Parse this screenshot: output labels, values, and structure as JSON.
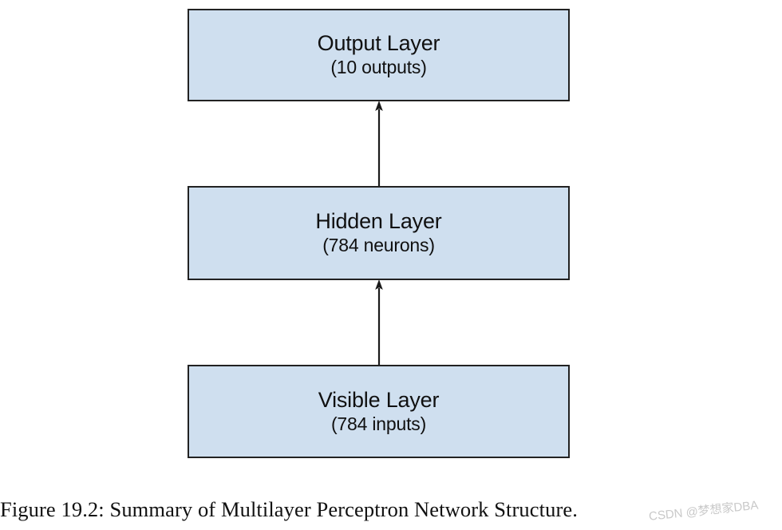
{
  "figure": {
    "caption": "Figure 19.2: Summary of Multilayer Perceptron Network Structure.",
    "watermark": "CSDN @梦想家DBA",
    "background_color": "#ffffff",
    "box_fill_color": "#cfdfef",
    "box_border_color": "#222222",
    "arrow_color": "#1a1a1a",
    "caption_color": "#111111",
    "watermark_color": "#c9c9c9"
  },
  "diagram": {
    "type": "block-diagram",
    "orientation": "bottom-to-top",
    "layers": [
      {
        "id": "output",
        "title": "Output Layer",
        "subtitle": "(10 outputs)",
        "units": 10,
        "unit_label": "outputs"
      },
      {
        "id": "hidden",
        "title": "Hidden Layer",
        "subtitle": "(784 neurons)",
        "units": 784,
        "unit_label": "neurons"
      },
      {
        "id": "visible",
        "title": "Visible Layer",
        "subtitle": "(784 inputs)",
        "units": 784,
        "unit_label": "inputs"
      }
    ],
    "connections": [
      {
        "id": "visible-to-hidden",
        "from": "visible",
        "to": "hidden",
        "direction": "up"
      },
      {
        "id": "hidden-to-output",
        "from": "hidden",
        "to": "output",
        "direction": "up"
      }
    ]
  }
}
